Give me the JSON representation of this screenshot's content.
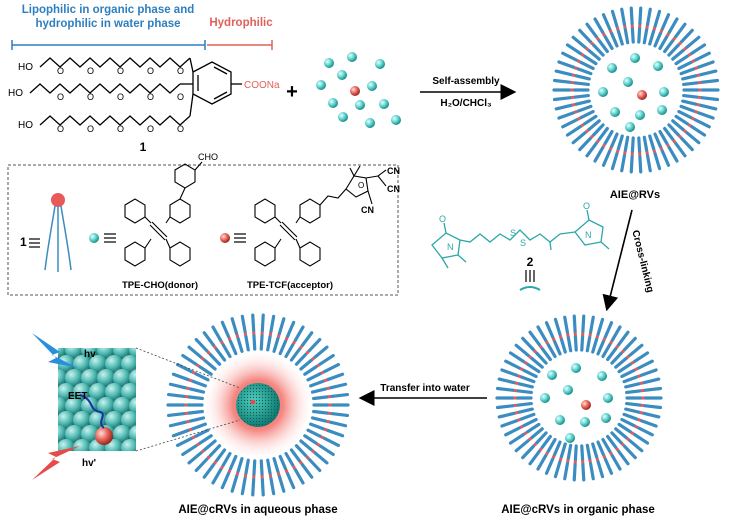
{
  "header": {
    "lipophilic_line1": "Lipophilic in organic phase and",
    "lipophilic_line2": "hydrophilic in water phase",
    "hydrophilic": "Hydrophilic"
  },
  "molecule1": {
    "ho_1": "HO",
    "ho_2": "HO",
    "ho_3": "HO",
    "coona": "COONa",
    "number": "1"
  },
  "plus": "+",
  "self_assembly": {
    "label": "Self-assembly",
    "solvent": "H₂O/CHCl₃"
  },
  "aie_rvs": "AIE@RVs",
  "legend": {
    "eq_number": "1",
    "donor_cho": "CHO",
    "donor_label": "TPE-CHO(donor)",
    "acceptor_label": "TPE-TCF(acceptor)",
    "cn1": "CN",
    "cn2": "CN",
    "cn3": "CN"
  },
  "crosslinker": {
    "number": "2",
    "s1": "S",
    "s2": "S",
    "o1": "O",
    "o2": "O",
    "n1": "N",
    "n2": "N"
  },
  "cross_linking": "Cross-linking",
  "transfer": "Transfer into water",
  "aie_crvs_organic": "AIE@cRVs in organic phase",
  "aie_crvs_aqueous": "AIE@cRVs in aqueous phase",
  "inset": {
    "hv": "hv",
    "eet": "EET",
    "hv_prime": "hv'"
  },
  "colors": {
    "blue_text": "#2e7fc0",
    "red_text": "#e0605a",
    "lipid_blue": "#3b8cc0",
    "lipid_red": "#e85a5a",
    "teal": "#2aa8a8",
    "sphere_teal": "#5fd3cf",
    "core_red": "#f07070"
  }
}
